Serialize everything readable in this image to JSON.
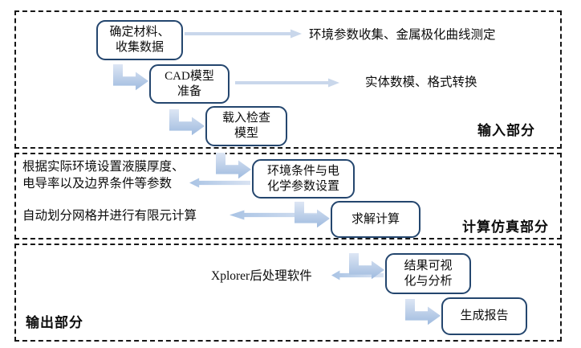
{
  "diagram": {
    "title_implicit": "corrosion simulation workflow",
    "sections": {
      "input": {
        "label": "输入部分"
      },
      "compute": {
        "label": "计算仿真部分"
      },
      "output": {
        "label": "输出部分"
      }
    },
    "boxes": {
      "determine_materials": "确定材料、\n收集数据",
      "cad_model": "CAD模型\n准备",
      "load_check": "载入检查\n模型",
      "env_params": "环境条件与电\n化学参数设置",
      "solve": "求解计算",
      "visualize": "结果可视\n化与分析",
      "report": "生成报告"
    },
    "annotations": {
      "env_collect": "环境参数收集、金属极化曲线测定",
      "solid_model": "实体数模、格式转换",
      "film_settings": "根据实际环境设置液膜厚度、\n电导率以及边界条件等参数",
      "meshing": "自动划分网格并进行有限元计算",
      "xplorer": "Xplorer后处理软件"
    },
    "colors": {
      "box_border": "#24466e",
      "section_border": "#161616",
      "arrow_plain": "#c9d7eb",
      "arrow_gradient_start": "#dde6f4",
      "arrow_gradient_end": "#9fbbdf",
      "text": "#0d0d0d",
      "background": "#ffffff"
    }
  }
}
